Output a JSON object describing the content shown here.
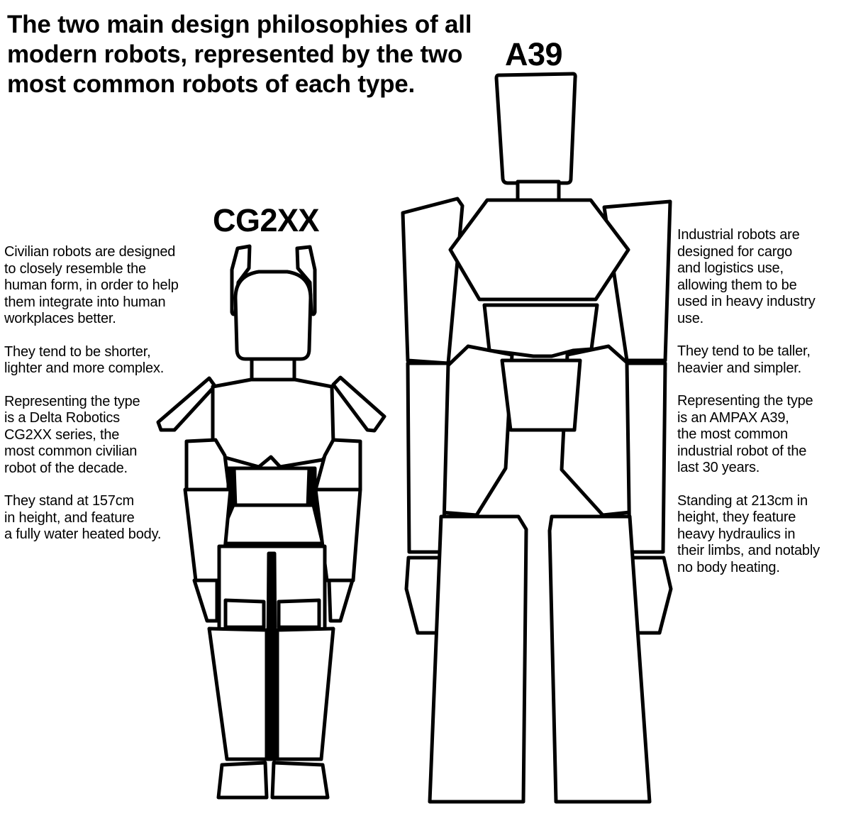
{
  "title": "The two main design philosophies of all modern robots, represented by the two most common robots of each type.",
  "robots": {
    "civilian": {
      "name": "CG2XX",
      "paragraphs": [
        "Civilian robots are designed\nto closely resemble the\nhuman form, in order to help\nthem integrate into human\nworkplaces better.",
        "They tend to be shorter,\nlighter and more complex.",
        "Representing the type\nis a Delta Robotics\nCG2XX series, the\nmost common civilian\nrobot of the decade.",
        "They stand at 157cm\nin height, and feature\na fully water heated body."
      ]
    },
    "industrial": {
      "name": "A39",
      "paragraphs": [
        "Industrial robots are\ndesigned for cargo\nand logistics use,\nallowing them to be\nused in heavy industry\nuse.",
        "They tend to be taller,\nheavier and simpler.",
        "Representing the type\nis an AMPAX A39,\nthe most common\nindustrial robot of the\nlast 30 years.",
        "Standing at 213cm in\nheight, they feature\nheavy hydraulics in\ntheir limbs, and notably\nno body heating."
      ]
    }
  },
  "colors": {
    "ink": "#000000",
    "paper": "#ffffff"
  }
}
